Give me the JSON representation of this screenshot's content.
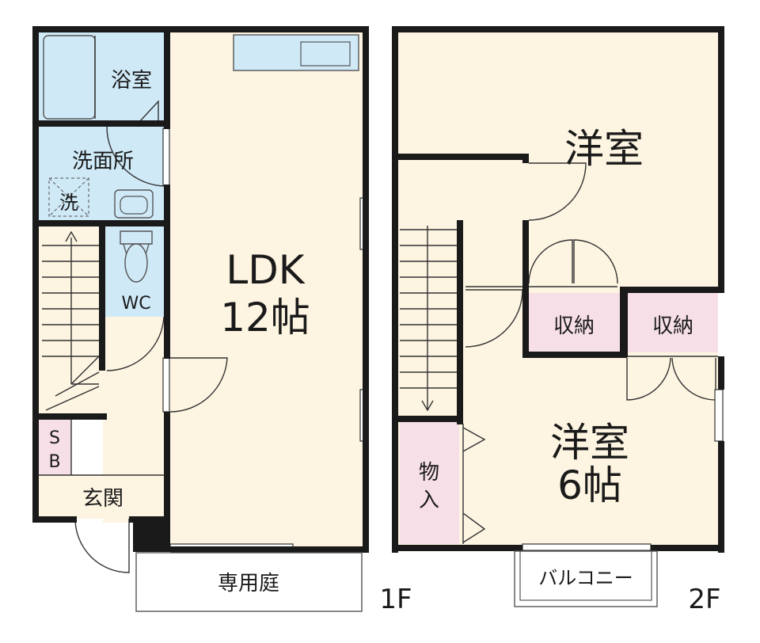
{
  "colors": {
    "floor": "#fdf4e1",
    "wet": "#cfe9f7",
    "storage": "#f7dfe8",
    "wall": "#1a1a1a"
  },
  "floor1": {
    "label": "1F",
    "rooms": {
      "bath": "浴室",
      "washroom": "洗面所",
      "washer": "洗",
      "wc": "WC",
      "ldk_name": "LDK",
      "ldk_size": "12帖",
      "sb_s": "S",
      "sb_b": "B",
      "entrance": "玄関",
      "garden": "専用庭"
    }
  },
  "floor2": {
    "label": "2F",
    "rooms": {
      "western_top": "洋室",
      "storage_left": "収納",
      "storage_right": "収納",
      "western_main_name": "洋室",
      "western_main_size": "6帖",
      "closet_1": "物",
      "closet_2": "入",
      "balcony": "バルコニー"
    }
  }
}
